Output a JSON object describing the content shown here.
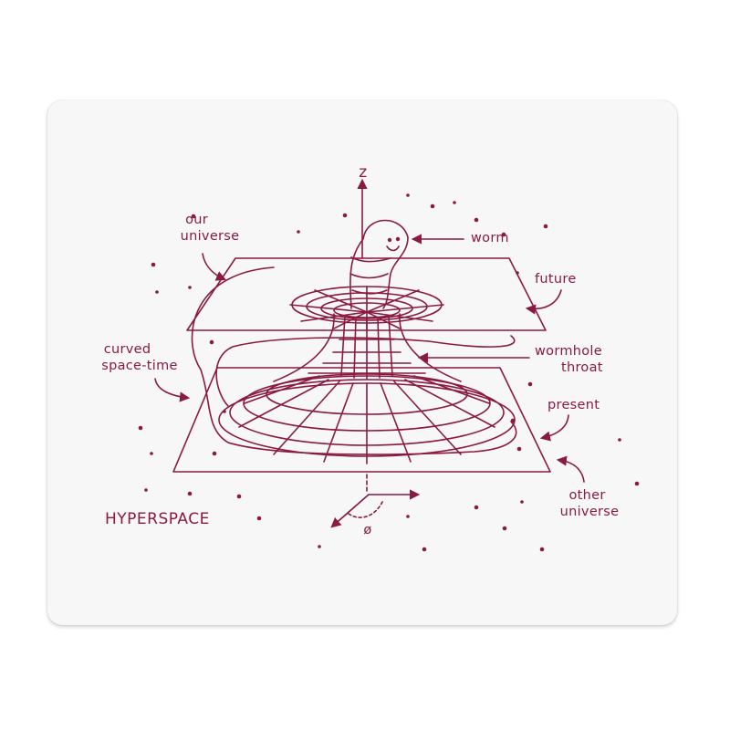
{
  "diagram": {
    "labels": {
      "our_universe": [
        "our",
        "universe"
      ],
      "worm": "worm",
      "future": "future",
      "curved_space_time": [
        "curved",
        "space-time"
      ],
      "wormhole_throat": [
        "wormhole",
        "throat"
      ],
      "present": "present",
      "other_universe": [
        "other",
        "universe"
      ],
      "hyperspace": "HYPERSPACE",
      "axis_z": "z",
      "angle_phi": "ø"
    },
    "colors": {
      "ink": "#8b1a3f",
      "pad": "#f7f7f7",
      "background": "#ffffff"
    }
  }
}
